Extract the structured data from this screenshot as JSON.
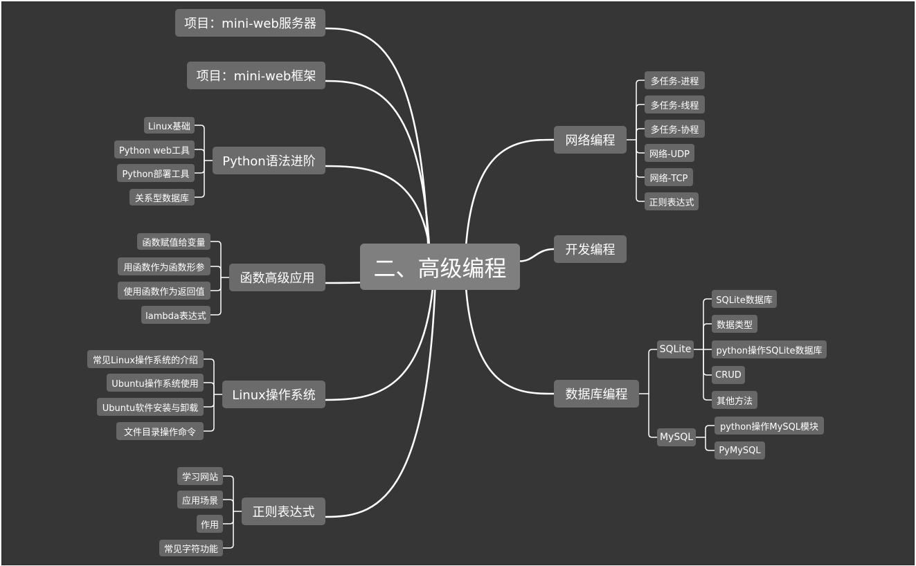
{
  "root": {
    "label": "二、高级编程"
  },
  "left_topics": [
    {
      "label": "项目：mini-web服务器",
      "items": []
    },
    {
      "label": "项目：mini-web框架",
      "items": []
    },
    {
      "label": "Python语法进阶",
      "items": [
        "Linux基础",
        "Python web工具",
        "Python部署工具",
        "关系型数据库"
      ]
    },
    {
      "label": "函数高级应用",
      "items": [
        "函数赋值给变量",
        "用函数作为函数形参",
        "使用函数作为返回值",
        "lambda表达式"
      ]
    },
    {
      "label": "Linux操作系统",
      "items": [
        "常见Linux操作系统的介绍",
        "Ubuntu操作系统使用",
        "Ubuntu软件安装与卸载",
        "文件目录操作命令"
      ]
    },
    {
      "label": "正则表达式",
      "items": [
        "学习网站",
        "应用场景",
        "作用",
        "常见字符功能"
      ]
    }
  ],
  "right_topics": [
    {
      "label": "网络编程",
      "items": [
        "多任务-进程",
        "多任务-线程",
        "多任务-协程",
        "网络-UDP",
        "网络-TCP",
        "正则表达式"
      ]
    },
    {
      "label": "开发编程",
      "items": []
    },
    {
      "label": "数据库编程",
      "groups": [
        {
          "label": "SQLite",
          "items": [
            "SQLite数据库",
            "数据类型",
            "python操作SQLite数据库",
            "CRUD",
            "其他方法"
          ]
        },
        {
          "label": "MySQL",
          "items": [
            "python操作MySQL模块",
            "PyMySQL"
          ]
        }
      ]
    }
  ]
}
